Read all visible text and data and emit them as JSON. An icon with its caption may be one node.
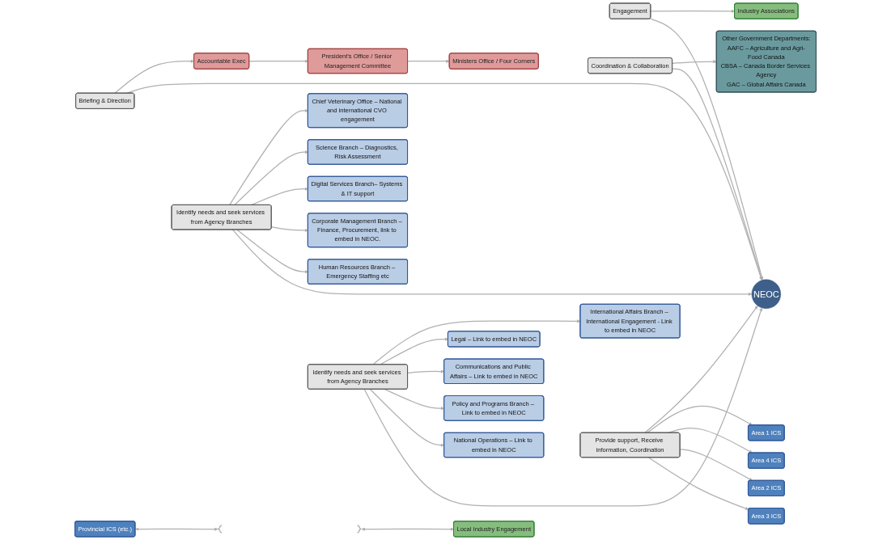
{
  "diagram": {
    "nodes": [
      {
        "text": [
          "Ministers Office / Four Corners"
        ]
      },
      {
        "text": [
          "Industry Associations"
        ]
      },
      {
        "text": [
          "President’s Office / Senior Management Committee"
        ]
      },
      {
        "text": [
          "Other Government Departments:",
          "AAFC – Agriculture and Agri-Food Canada",
          "CBSA – Canada Border Services Agency",
          "GAC – Global Affairs Canada"
        ]
      },
      {
        "text": [
          "Chief Veterinary Office – National and international CVO engagement"
        ]
      },
      {
        "text": [
          "Engagement"
        ]
      },
      {
        "text": [
          "Coordination & Collaboration"
        ]
      },
      {
        "text": [
          "International Affairs Branch – International Engagement - Link to embed in NEOC"
        ]
      },
      {
        "text": [
          "Accountable Exec"
        ]
      },
      {
        "text": [
          "Science Branch – Diagnostics, Risk Assessment"
        ]
      },
      {
        "text": [
          "Briefing & Direction"
        ]
      },
      {
        "text": [
          "Legal – Link to embed in NEOC"
        ]
      },
      {
        "text": [
          "Digital Services Branch– Systems & IT support"
        ]
      },
      {
        "text": [
          "Identify needs and seek services from Agency Branches"
        ]
      },
      {
        "text": [
          "Communications and Public Affairs – Link to embed in NEOC"
        ]
      },
      {
        "text": [
          "Identify needs and seek services from Agency Branches"
        ]
      },
      {
        "text": [
          "NEOC"
        ]
      },
      {
        "text": [
          "Corporate Management Branch – Finance, Procurement, link to embed in NEOC."
        ]
      },
      {
        "text": [
          "Policy and Programs Branch – Link to embed in NEOC"
        ]
      },
      {
        "text": [
          "Human Resources Branch – Emergency Staffing etc"
        ]
      },
      {
        "text": [
          "National Operations – Link to embed in NEOC"
        ]
      },
      {
        "text": [
          "Provide support, Receive information, Coordination"
        ]
      },
      {
        "text": [
          "Area 1 ICS"
        ]
      },
      {
        "text": [
          "Area 4 ICS"
        ]
      },
      {
        "text": [
          "Provincial ICS (etc.)"
        ]
      },
      {
        "text": [],
        "shape": "bracket"
      },
      {
        "text": [],
        "shape": "bracket"
      },
      {
        "text": [
          "Local Industry Engagement"
        ]
      },
      {
        "text": [
          "Area 2 ICS"
        ]
      },
      {
        "text": [
          "Area 3 ICS"
        ]
      }
    ],
    "edges": [
      {
        "from": 5,
        "to": 1,
        "arrow": "to"
      },
      {
        "from": 5,
        "to": 16,
        "arrow": "to"
      },
      {
        "from": 10,
        "to": 8,
        "arrow": "to"
      },
      {
        "from": 8,
        "to": 2,
        "arrow": "to"
      },
      {
        "from": 2,
        "to": 0,
        "arrow": "to"
      },
      {
        "from": 10,
        "to": 16,
        "arrow": "to"
      },
      {
        "from": 6,
        "to": 3,
        "arrow": "to"
      },
      {
        "from": 6,
        "to": 16,
        "arrow": "to"
      },
      {
        "from": 13,
        "to": 4,
        "arrow": "to"
      },
      {
        "from": 13,
        "to": 9,
        "arrow": "to"
      },
      {
        "from": 13,
        "to": 12,
        "arrow": "to"
      },
      {
        "from": 13,
        "to": 17,
        "arrow": "to"
      },
      {
        "from": 13,
        "to": 19,
        "arrow": "to"
      },
      {
        "from": 13,
        "to": 16,
        "arrow": "to"
      },
      {
        "from": 15,
        "to": 7,
        "arrow": "to"
      },
      {
        "from": 15,
        "to": 11,
        "arrow": "to"
      },
      {
        "from": 15,
        "to": 14,
        "arrow": "to"
      },
      {
        "from": 15,
        "to": 18,
        "arrow": "to"
      },
      {
        "from": 15,
        "to": 20,
        "arrow": "to"
      },
      {
        "from": 15,
        "to": 16,
        "arrow": "to"
      },
      {
        "from": 21,
        "to": 16,
        "arrow": "to"
      },
      {
        "from": 21,
        "to": 22,
        "arrow": "to"
      },
      {
        "from": 21,
        "to": 23,
        "arrow": "to"
      },
      {
        "from": 21,
        "to": 28,
        "arrow": "to"
      },
      {
        "from": 21,
        "to": 29,
        "arrow": "to"
      },
      {
        "from": 24,
        "to": 25,
        "arrow": "both"
      },
      {
        "from": 26,
        "to": 27,
        "arrow": "both"
      }
    ]
  }
}
